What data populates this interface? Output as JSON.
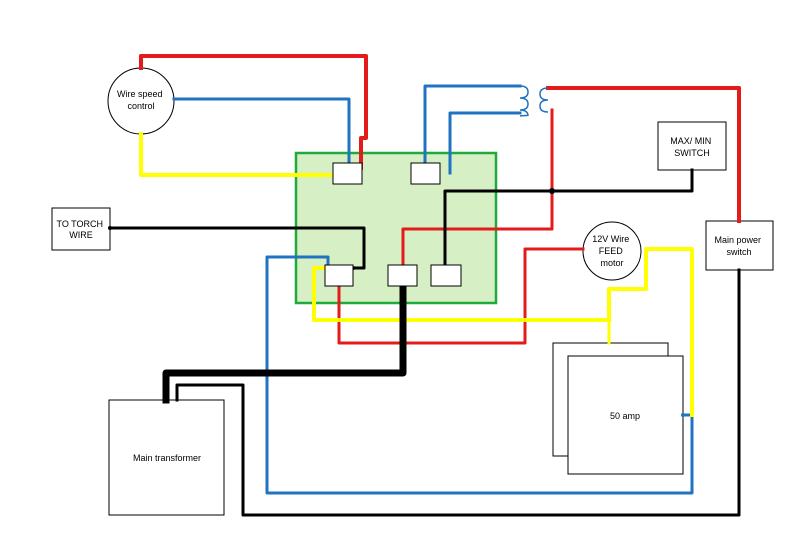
{
  "components": {
    "wire_speed_control": [
      "Wire speed",
      "control"
    ],
    "to_torch_wire": [
      "TO TORCH",
      "WIRE"
    ],
    "max_min_switch": [
      "MAX/ MIN",
      "SWITCH"
    ],
    "main_power_switch": [
      "Main power",
      "switch"
    ],
    "wire_feed_motor": [
      "12V Wire",
      "FEED",
      "motor"
    ],
    "amp_box": "50 amp",
    "main_transformer": "Main transformer"
  },
  "colors": {
    "red": "#e31b1b",
    "blue": "#1f73c0",
    "yellow": "#ffff00",
    "black": "#000000",
    "board_fill": "#d6efc5",
    "board_border": "#1faa3c"
  }
}
